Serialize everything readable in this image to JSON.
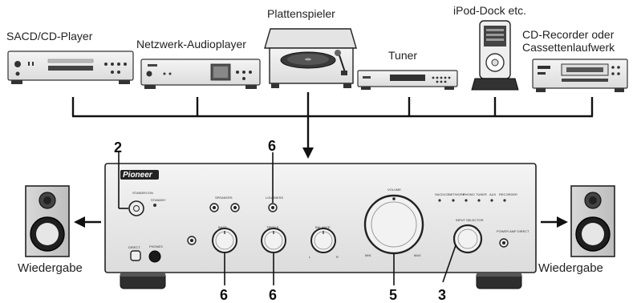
{
  "sources": [
    {
      "id": "sacd",
      "label_lines": [
        "SACD/CD-Player"
      ]
    },
    {
      "id": "network",
      "label_lines": [
        "Netzwerk-Audioplayer"
      ]
    },
    {
      "id": "turntable",
      "label_lines": [
        "Plattenspieler"
      ]
    },
    {
      "id": "tuner",
      "label_lines": [
        "Tuner"
      ]
    },
    {
      "id": "ipod",
      "label_lines": [
        "iPod-Dock etc."
      ]
    },
    {
      "id": "recorder",
      "label_lines": [
        "CD-Recorder oder",
        "Cassettenlaufwerk"
      ]
    }
  ],
  "outputs": {
    "left_label": "Wiedergabe",
    "right_label": "Wiedergabe"
  },
  "callouts": {
    "standby_on": "2",
    "loudness": "6",
    "bass": "6",
    "treble": "6",
    "volume": "5",
    "input_selector": "3"
  },
  "amplifier": {
    "brand": "Pioneer",
    "standby_label": "STANDBY/ON",
    "standby_led_label": "STANDBY",
    "speakers_label": "SPEAKERS",
    "loudness_label": "LOUDNESS",
    "volume_label": "VOLUME",
    "bass_label": "BASS",
    "treble_label": "TREBLE",
    "balance_label": "BALANCE",
    "input_selector_label": "INPUT SELECTOR",
    "input_indicators": [
      "SACD/CD",
      "NETWORK",
      "PHONO",
      "TUNER",
      "AUX",
      "RECORDER"
    ],
    "phones_label": "PHONES",
    "direct_label": "DIRECT",
    "power_amp_label": "POWER AMP DIRECT",
    "vol_min": "MIN",
    "vol_max": "MAX",
    "bal_l": "L",
    "bal_r": "R"
  }
}
